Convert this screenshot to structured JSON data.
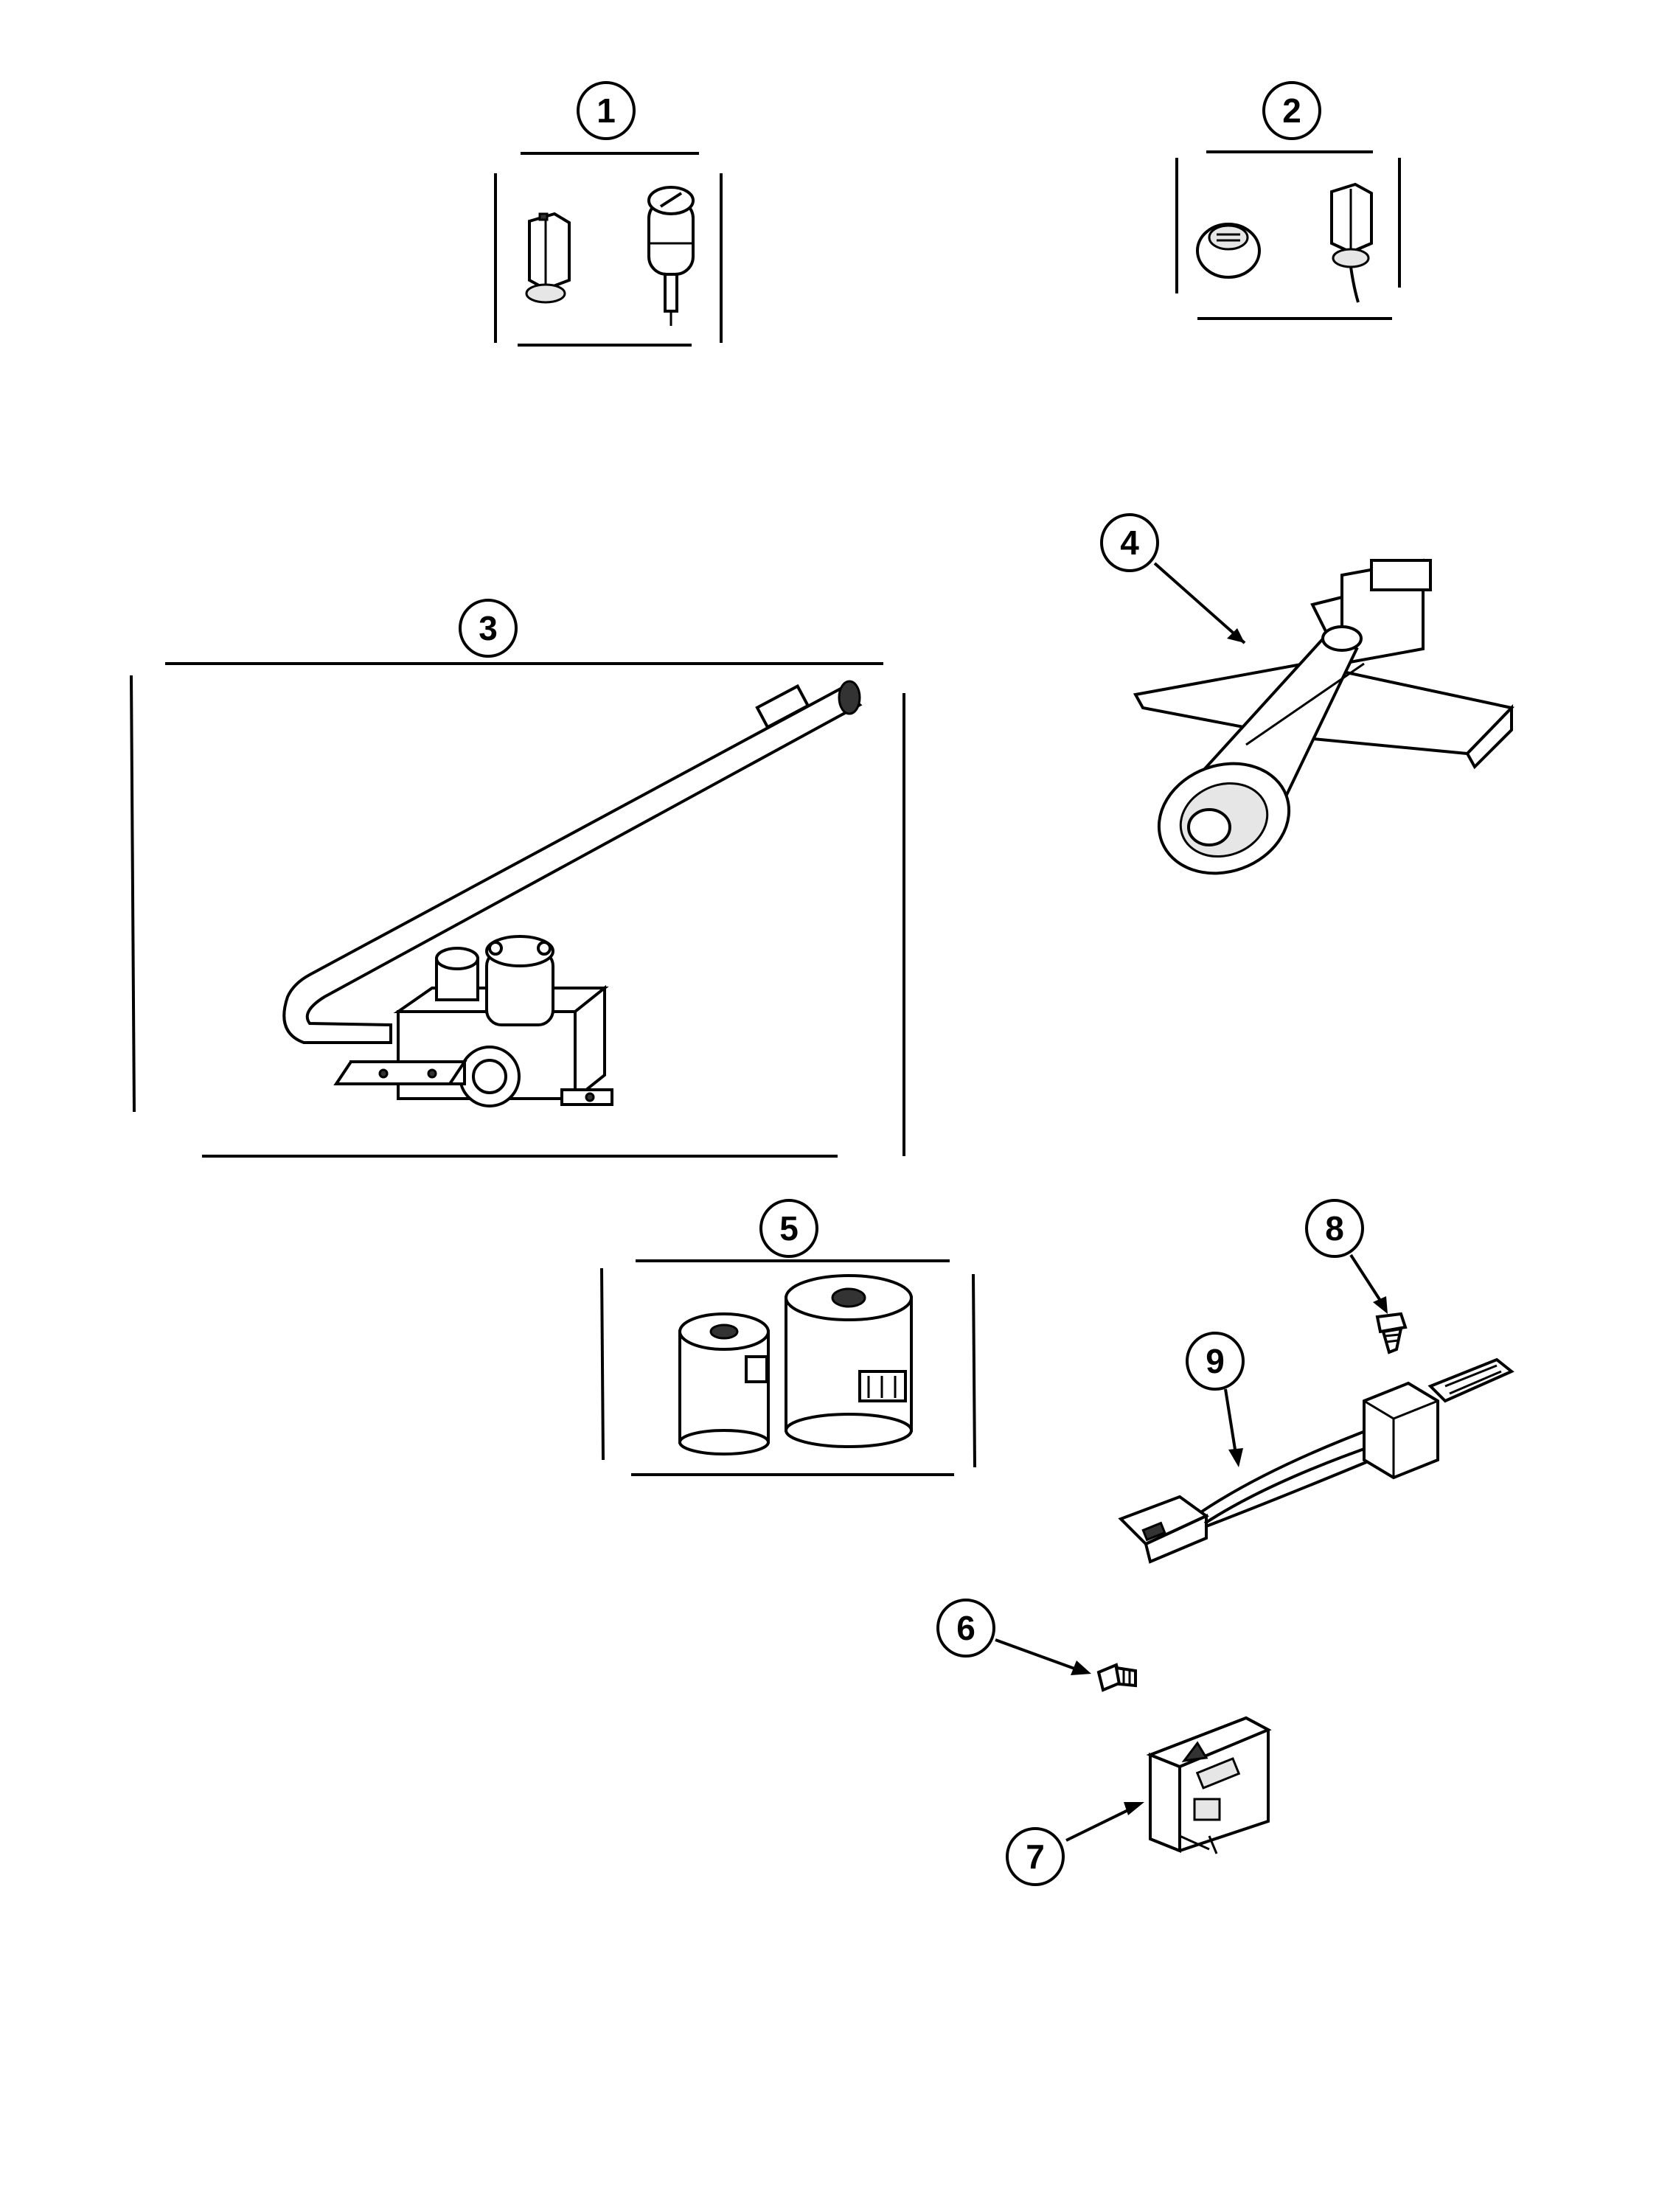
{
  "callouts": [
    {
      "id": "1",
      "label": "1"
    },
    {
      "id": "2",
      "label": "2"
    },
    {
      "id": "3",
      "label": "3"
    },
    {
      "id": "4",
      "label": "4"
    },
    {
      "id": "5",
      "label": "5"
    },
    {
      "id": "6",
      "label": "6"
    },
    {
      "id": "7",
      "label": "7"
    },
    {
      "id": "8",
      "label": "8"
    },
    {
      "id": "9",
      "label": "9"
    }
  ],
  "parts": [
    {
      "callout": "1",
      "icon": "orifice-fittings-icon"
    },
    {
      "callout": "2",
      "icon": "orifice-fittings-icon"
    },
    {
      "callout": "3",
      "icon": "gas-valve-manifold-icon"
    },
    {
      "callout": "4",
      "icon": "burner-assembly-icon"
    },
    {
      "callout": "5",
      "icon": "valve-coil-kit-icon"
    },
    {
      "callout": "6",
      "icon": "screw-icon"
    },
    {
      "callout": "7",
      "icon": "bracket-icon"
    },
    {
      "callout": "8",
      "icon": "screw-icon"
    },
    {
      "callout": "9",
      "icon": "igniter-icon"
    }
  ],
  "colors": {
    "line": "#000000",
    "background": "#ffffff",
    "fill": "#e6e6e6"
  }
}
